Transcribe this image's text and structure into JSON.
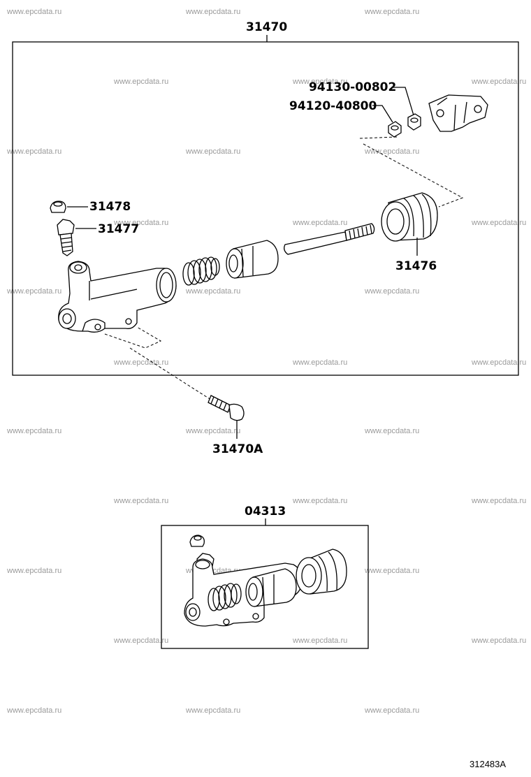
{
  "watermark_text": "www.epcdata.ru",
  "labels": {
    "assembly_main": "31470",
    "nut_upper": "94130-00802",
    "nut_lower": "94120-40800",
    "cap": "31478",
    "bleeder": "31477",
    "boot": "31476",
    "bolt": "31470A",
    "kit": "04313"
  },
  "diagram_code": "312483A"
}
